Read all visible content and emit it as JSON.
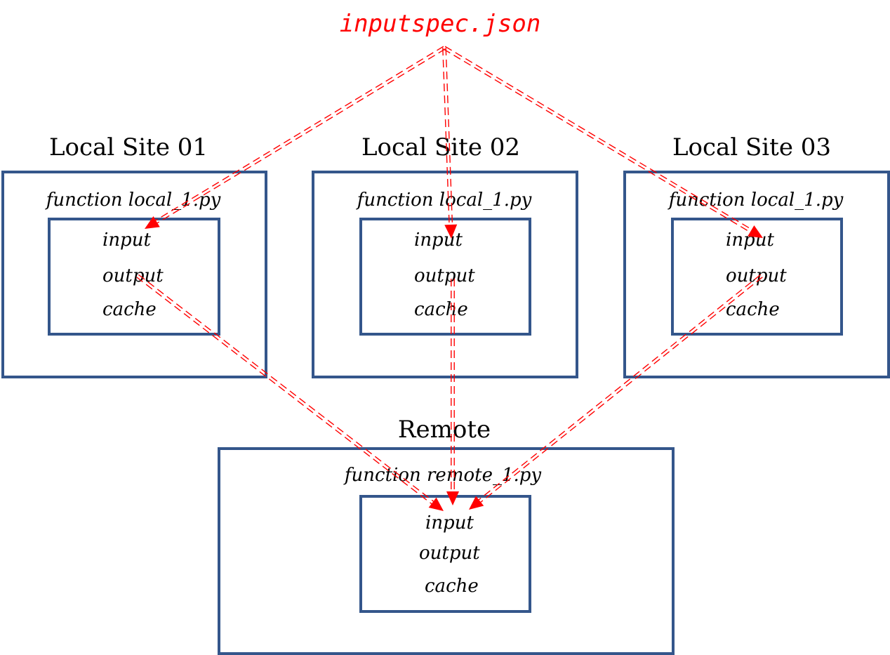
{
  "source": {
    "label": "inputspec.json",
    "color": "#ff0000"
  },
  "frame_color": "#34568b",
  "arrow_color": "#ff0000",
  "sites": [
    {
      "title": "Local Site 01",
      "function": "function local_1.py",
      "fields": [
        "input",
        "output",
        "cache"
      ]
    },
    {
      "title": "Local Site 02",
      "function": "function local_1.py",
      "fields": [
        "input",
        "output",
        "cache"
      ]
    },
    {
      "title": "Local Site 03",
      "function": "function local_1.py",
      "fields": [
        "input",
        "output",
        "cache"
      ]
    }
  ],
  "remote": {
    "title": "Remote",
    "function": "function remote_1.py",
    "fields": [
      "input",
      "output",
      "cache"
    ]
  }
}
